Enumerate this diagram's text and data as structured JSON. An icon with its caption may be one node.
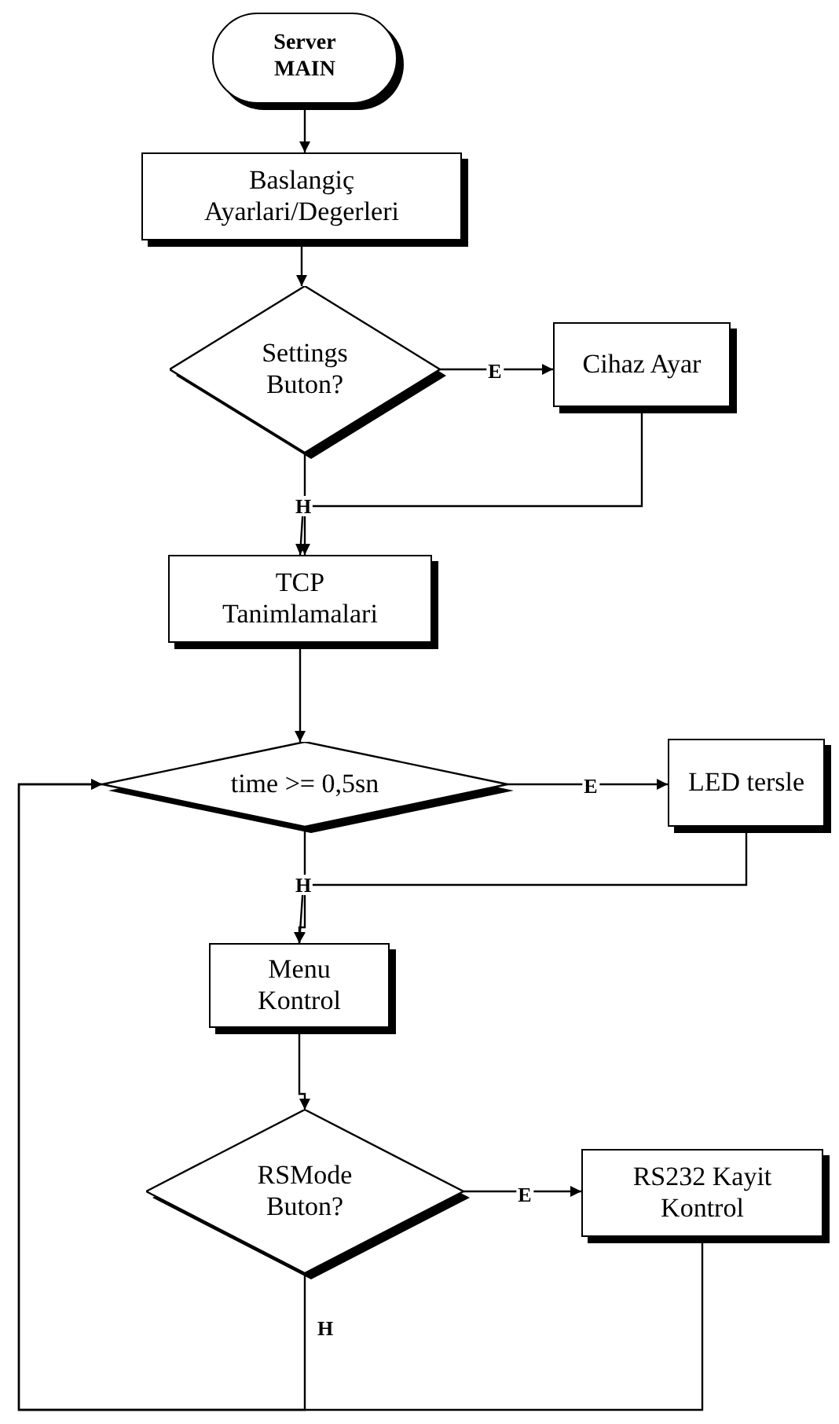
{
  "diagram": {
    "nodes": [
      {
        "text": [
          "Server MAIN"
        ]
      },
      {
        "text": [
          "Baslangiç Ayarlari/Degerleri"
        ]
      },
      {
        "text": [
          "Settings Buton?"
        ]
      },
      {
        "text": [
          "Cihaz Ayar"
        ]
      },
      {
        "text": [
          "TCP Tanimlamalari"
        ]
      },
      {
        "text": [
          "time >= 0,5sn"
        ]
      },
      {
        "text": [
          "LED tersle"
        ]
      },
      {
        "text": [
          "Menu Kontrol"
        ]
      },
      {
        "text": [
          "RSMode Buton?"
        ]
      },
      {
        "text": [
          "RS232 Kayit Kontrol"
        ]
      }
    ],
    "edges": [
      {
        "from": 0,
        "to": 1,
        "arrow": "to"
      },
      {
        "from": 1,
        "to": 2,
        "arrow": "to"
      },
      {
        "from": 2,
        "to": 3,
        "arrow": "to",
        "label": "E"
      },
      {
        "from": 2,
        "to": 4,
        "arrow": "to",
        "label": "H"
      },
      {
        "from": 3,
        "to": 4,
        "arrow": "to"
      },
      {
        "from": 4,
        "to": 5,
        "arrow": "to"
      },
      {
        "from": 5,
        "to": 6,
        "arrow": "to",
        "label": "E"
      },
      {
        "from": 5,
        "to": 7,
        "arrow": "to",
        "label": "H"
      },
      {
        "from": 6,
        "to": 7,
        "arrow": "to"
      },
      {
        "from": 7,
        "to": 8,
        "arrow": "to"
      },
      {
        "from": 8,
        "to": 9,
        "arrow": "to",
        "label": "E"
      },
      {
        "from": 8,
        "to": 5,
        "arrow": "to",
        "label": "H"
      },
      {
        "from": 9,
        "to": 5,
        "arrow": "to"
      }
    ]
  }
}
